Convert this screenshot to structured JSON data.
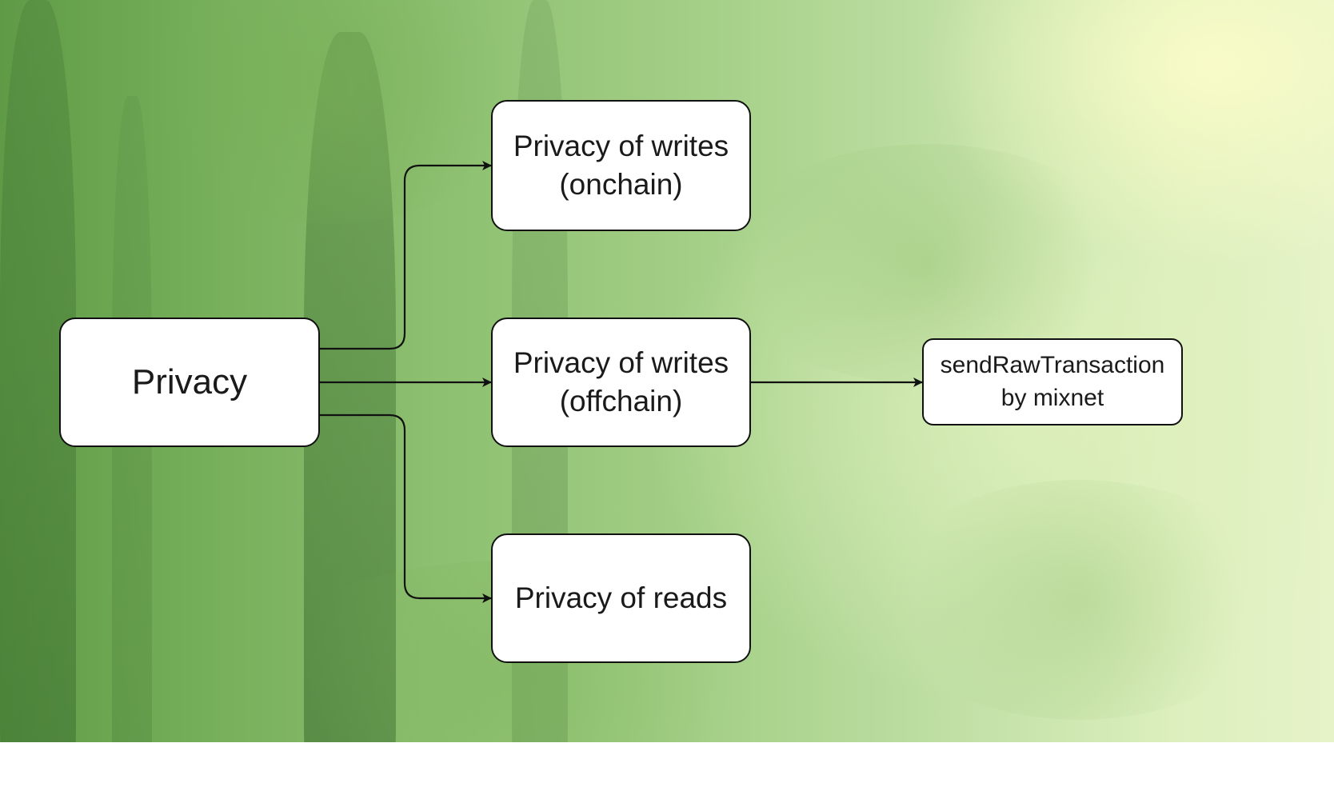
{
  "diagram": {
    "nodes": {
      "root": {
        "label": "Privacy"
      },
      "writes_onchain": {
        "label": "Privacy of writes\n(onchain)"
      },
      "writes_offchain": {
        "label": "Privacy of writes\n(offchain)"
      },
      "reads": {
        "label": "Privacy of reads"
      },
      "send_raw": {
        "label": "sendRawTransaction\nby mixnet"
      }
    },
    "edges": [
      {
        "from": "Privacy",
        "to": "Privacy of writes (onchain)"
      },
      {
        "from": "Privacy",
        "to": "Privacy of writes (offchain)"
      },
      {
        "from": "Privacy",
        "to": "Privacy of reads"
      },
      {
        "from": "Privacy of writes (offchain)",
        "to": "sendRawTransaction by mixnet"
      }
    ],
    "colors": {
      "node_fill": "#ffffff",
      "node_stroke": "#111111",
      "edge": "#111111",
      "background_left": "#5f9b46",
      "background_right": "#e6f3c8"
    }
  }
}
